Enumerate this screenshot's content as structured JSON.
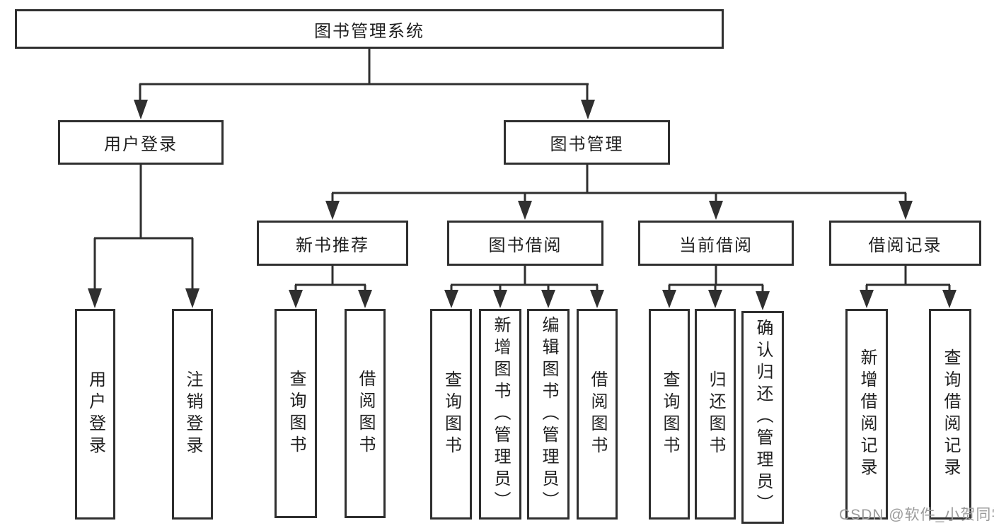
{
  "diagram": {
    "title": "图书管理系统",
    "colors": {
      "line": "#2f2f2f",
      "box_border": "#2f2f2f",
      "box_background": "#ffffff",
      "text": "#1f1f1f",
      "watermark": "#9b9b9b"
    },
    "tree": {
      "root": {
        "label": "图书管理系统"
      },
      "user_login": {
        "label": "用户登录",
        "children": [
          {
            "label": "用户登录"
          },
          {
            "label": "注销登录"
          }
        ]
      },
      "book_mgmt": {
        "label": "图书管理",
        "children": [
          {
            "label": "新书推荐",
            "children": [
              {
                "label": "查询图书"
              },
              {
                "label": "借阅图书"
              }
            ]
          },
          {
            "label": "图书借阅",
            "children": [
              {
                "label": "查询图书"
              },
              {
                "label": "新增图书（管理员）"
              },
              {
                "label": "编辑图书（管理员）"
              },
              {
                "label": "借阅图书"
              }
            ]
          },
          {
            "label": "当前借阅",
            "children": [
              {
                "label": "查询图书"
              },
              {
                "label": "归还图书"
              },
              {
                "label": "确认归还（管理员）"
              }
            ]
          },
          {
            "label": "借阅记录",
            "children": [
              {
                "label": "新增借阅记录"
              },
              {
                "label": "查询借阅记录"
              }
            ]
          }
        ]
      }
    },
    "watermark": {
      "text": "CSDN @软件_小贺同学"
    }
  }
}
